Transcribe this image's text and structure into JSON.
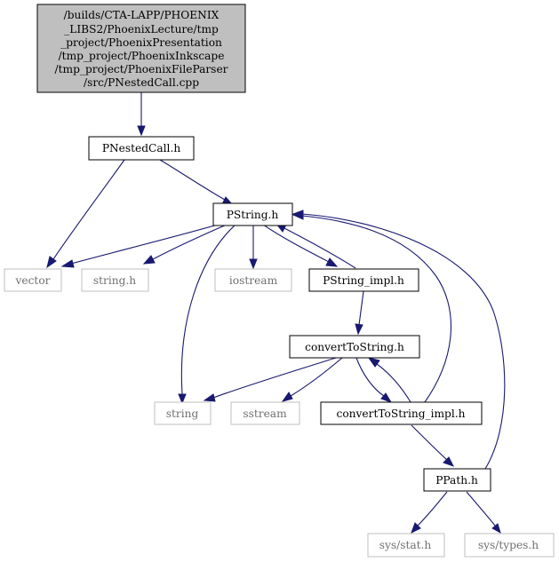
{
  "root_node": {
    "lines": [
      "/builds/CTA-LAPP/PHOENIX",
      "_LIBS2/PhoenixLecture/tmp",
      "_project/PhoenixPresentation",
      "/tmp_project/PhoenixInkscape",
      "/tmp_project/PhoenixFileParser",
      "/src/PNestedCall.cpp"
    ]
  },
  "nodes": {
    "pnestedcall_h": "PNestedCall.h",
    "pstring_h": "PString.h",
    "vector": "vector",
    "string_h": "string.h",
    "iostream": "iostream",
    "pstring_impl_h": "PString_impl.h",
    "converttostring_h": "convertToString.h",
    "string": "string",
    "sstream": "sstream",
    "converttostring_impl_h": "convertToString_impl.h",
    "ppath_h": "PPath.h",
    "sys_stat_h": "sys/stat.h",
    "sys_types_h": "sys/types.h"
  },
  "colors": {
    "edge": "#191970",
    "root_fill": "#bfbfbf",
    "external_border": "#bfbfbf",
    "node_border": "#000000"
  }
}
